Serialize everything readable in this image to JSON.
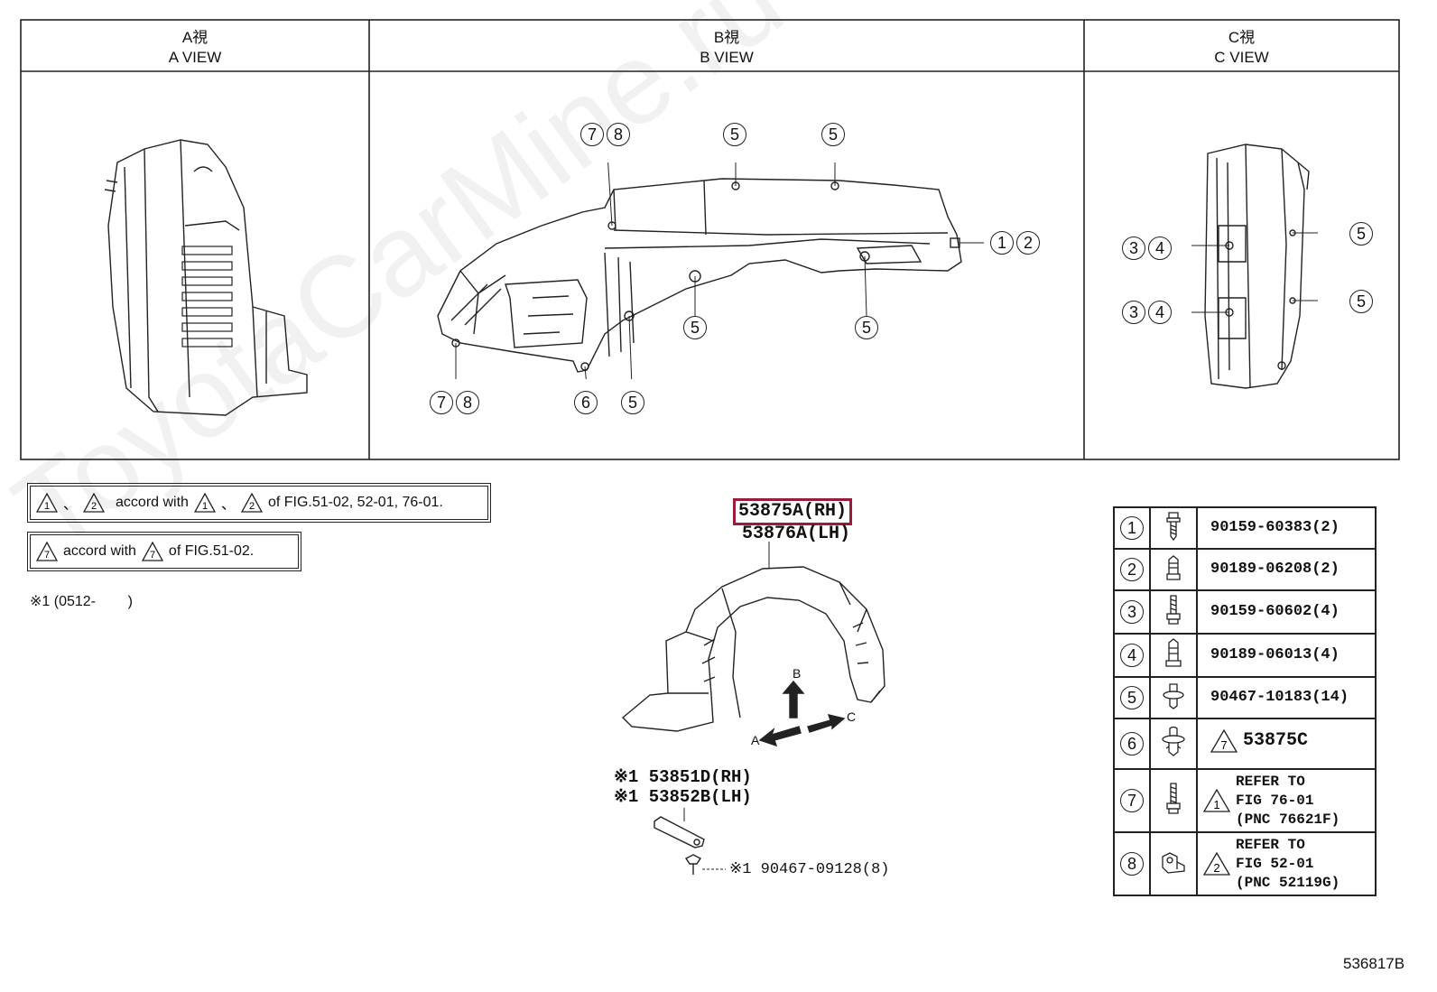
{
  "watermark": "ToyotaCarMine.ru",
  "views": {
    "a": {
      "title_jp": "A視",
      "title_en": "A VIEW"
    },
    "b": {
      "title_jp": "B視",
      "title_en": "B VIEW"
    },
    "c": {
      "title_jp": "C視",
      "title_en": "C VIEW"
    }
  },
  "callouts": {
    "b_top_left_1": "7",
    "b_top_left_2": "8",
    "b_top_mid": "5",
    "b_top_right": "5",
    "b_right_1": "1",
    "b_right_2": "2",
    "b_mid_a": "5",
    "b_mid_b": "5",
    "b_bottom_left_1": "7",
    "b_bottom_left_2": "8",
    "b_bottom_mid": "6",
    "b_bottom_right": "5",
    "c_left_top_1": "3",
    "c_left_top_2": "4",
    "c_left_bot_1": "3",
    "c_left_bot_2": "4",
    "c_right_top": "5",
    "c_right_bot": "5"
  },
  "notes": {
    "note1": {
      "tri_a": "1",
      "sep": "、",
      "tri_b": "2",
      "text": "accord with",
      "tri_c": "1",
      "sep2": "、",
      "tri_d": "2",
      "tail": "of FIG.51-02, 52-01, 76-01."
    },
    "note2": {
      "tri_a": "7",
      "text": "accord with",
      "tri_b": "7",
      "tail": "of FIG.51-02."
    },
    "note3": "※1 (0512-        )"
  },
  "main_part": {
    "rh": "53875A(RH)",
    "lh": "53876A(LH)",
    "highlight_color": "#9b1b3a"
  },
  "view_arrows": {
    "a": "A",
    "b": "B",
    "c": "C"
  },
  "sub_parts": {
    "line1": "※1 53851D(RH)",
    "line2": "※1 53852B(LH)",
    "bolt": "※1 90467-09128(8)"
  },
  "parts_table": [
    {
      "num": "1",
      "icon": "screw-icon",
      "text": "90159-60383(2)"
    },
    {
      "num": "2",
      "icon": "nut-icon",
      "text": "90189-06208(2)"
    },
    {
      "num": "3",
      "icon": "screw-icon",
      "text": "90159-60602(4)"
    },
    {
      "num": "4",
      "icon": "nut-icon",
      "text": "90189-06013(4)"
    },
    {
      "num": "5",
      "icon": "clip-icon",
      "text": "90467-10183(14)"
    },
    {
      "num": "6",
      "icon": "clip-icon",
      "tri": "7",
      "text": "53875C"
    },
    {
      "num": "7",
      "icon": "screw-icon",
      "tri": "1",
      "text1": "REFER TO",
      "text2": "FIG 76-01",
      "text3": "(PNC 76621F)"
    },
    {
      "num": "8",
      "icon": "bracket-nut-icon",
      "tri": "2",
      "text1": "REFER TO",
      "text2": "FIG 52-01",
      "text3": "(PNC 52119G)"
    }
  ],
  "figure_id": "536817B"
}
